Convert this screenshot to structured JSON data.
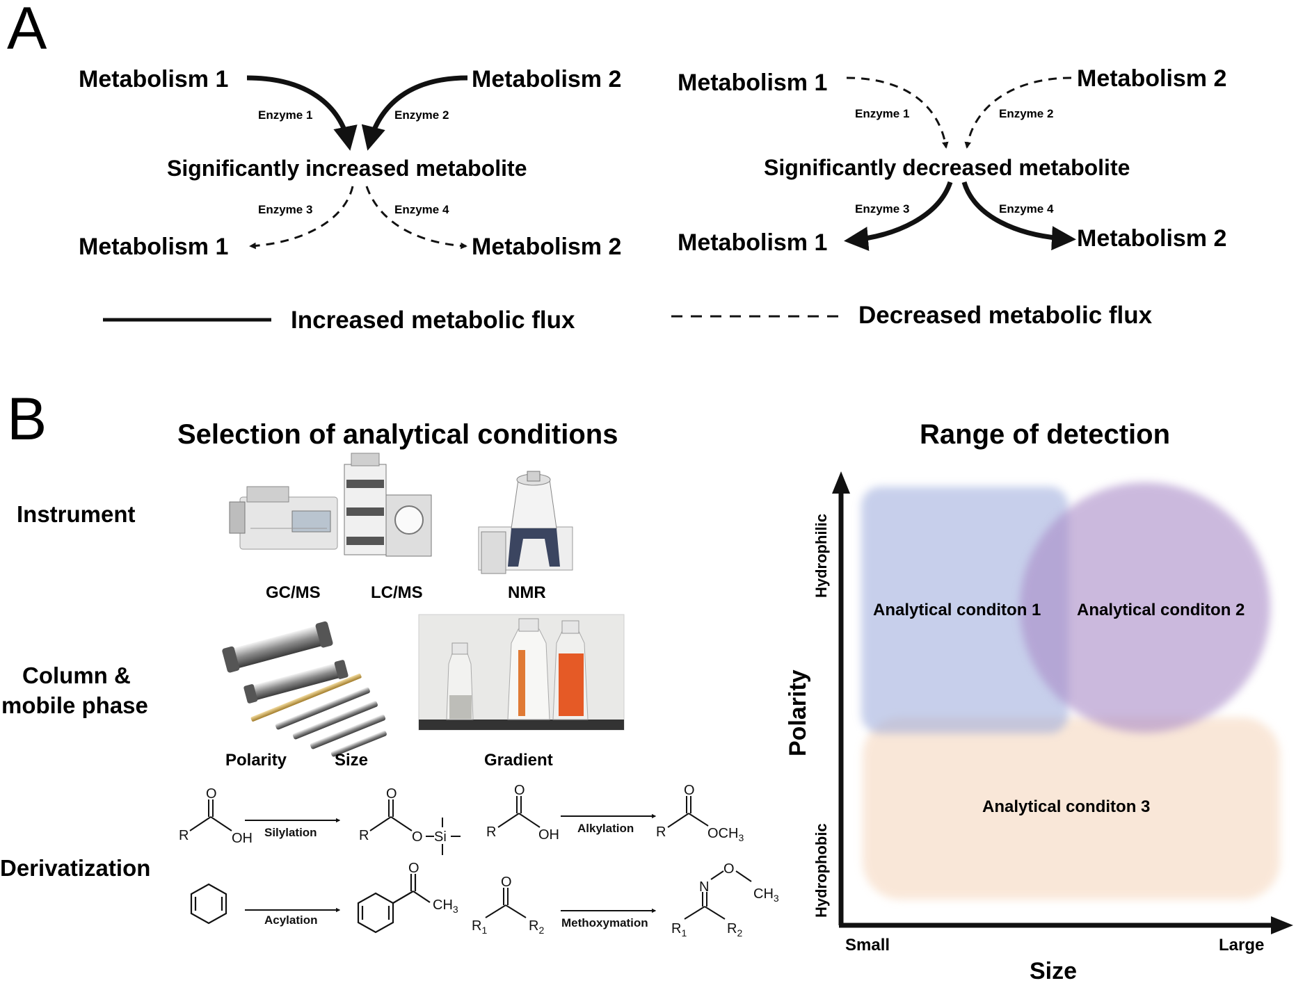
{
  "panel_a": {
    "letter": "A",
    "left": {
      "top_left": "Metabolism 1",
      "top_right": "Metabolism 2",
      "enzyme1": "Enzyme 1",
      "enzyme2": "Enzyme 2",
      "center": "Significantly increased metabolite",
      "enzyme3": "Enzyme 3",
      "enzyme4": "Enzyme 4",
      "bottom_left": "Metabolism 1",
      "bottom_right": "Metabolism 2"
    },
    "right": {
      "top_left": "Metabolism 1",
      "top_right": "Metabolism 2",
      "enzyme1": "Enzyme 1",
      "enzyme2": "Enzyme 2",
      "center": "Significantly decreased metabolite",
      "enzyme3": "Enzyme 3",
      "enzyme4": "Enzyme 4",
      "bottom_left": "Metabolism 1",
      "bottom_right": "Metabolism 2"
    },
    "legend": {
      "solid": "Increased metabolic flux",
      "dashed": "Decreased metabolic flux"
    }
  },
  "panel_b": {
    "letter": "B",
    "left_title": "Selection of analytical conditions",
    "right_title": "Range of detection",
    "rows": {
      "instrument": "Instrument",
      "column_line1": "Column &",
      "column_line2": "mobile phase",
      "derivatization": "Derivatization"
    },
    "instruments": [
      "GC/MS",
      "LC/MS",
      "NMR"
    ],
    "column_labels": [
      "Polarity",
      "Size",
      "Gradient"
    ],
    "reactions": {
      "silylation": "Silylation",
      "alkylation": "Alkylation",
      "acylation": "Acylation",
      "methoxymation": "Methoxymation"
    },
    "chem": {
      "R": "R",
      "OH": "OH",
      "O": "O",
      "Si": "Si",
      "OCH3": "OCH",
      "CH3": "CH",
      "sub3": "3",
      "N": "N",
      "R1": "R",
      "R2": "R",
      "sub1": "1",
      "sub2": "2"
    },
    "detection": {
      "y_axis": "Polarity",
      "y_top": "Hydrophilic",
      "y_bottom": "Hydrophobic",
      "x_axis": "Size",
      "x_left": "Small",
      "x_right": "Large",
      "cond1": "Analytical conditon 1",
      "cond2": "Analytical conditon 2",
      "cond3": "Analytical conditon 3",
      "colors": {
        "cond1": "#9aa9db",
        "cond2": "#a98bc7",
        "cond3": "#f6d8bf"
      }
    }
  }
}
